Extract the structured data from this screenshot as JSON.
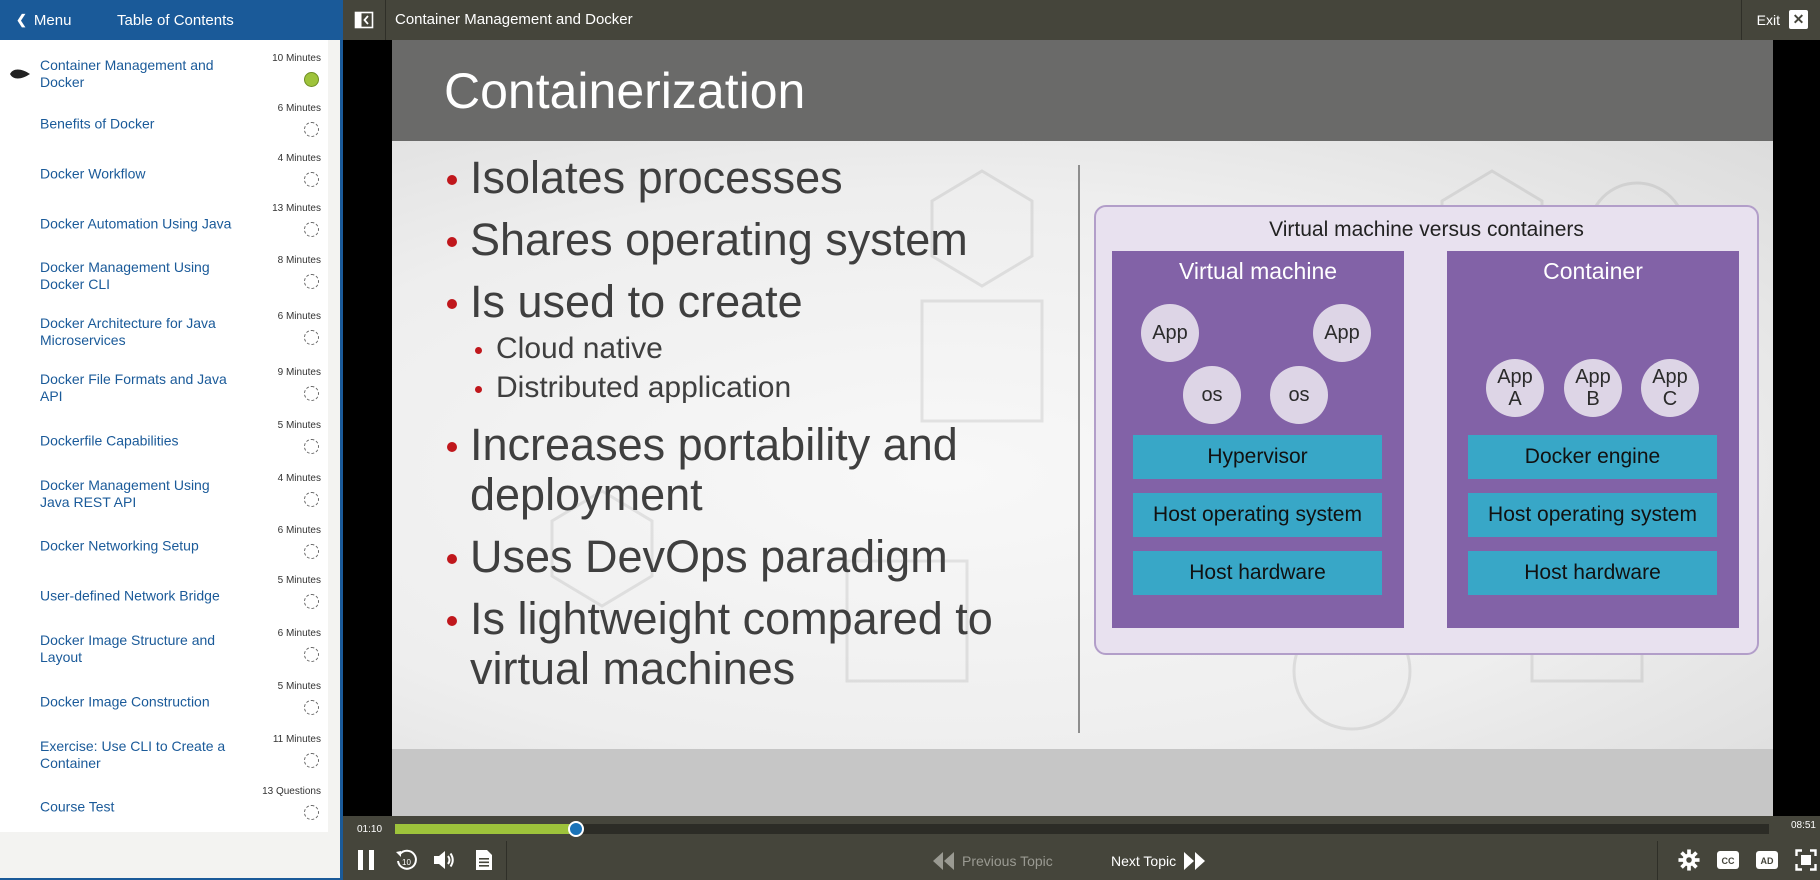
{
  "sidebar": {
    "menu_label": "Menu",
    "toc_title": "Table of Contents",
    "items": [
      {
        "title": "Container Management and Docker",
        "duration": "10 Minutes",
        "status": "current"
      },
      {
        "title": "Benefits of Docker",
        "duration": "6 Minutes",
        "status": "not-started"
      },
      {
        "title": "Docker Workflow",
        "duration": "4 Minutes",
        "status": "not-started"
      },
      {
        "title": "Docker Automation Using Java",
        "duration": "13 Minutes",
        "status": "not-started"
      },
      {
        "title": "Docker Management Using Docker CLI",
        "duration": "8 Minutes",
        "status": "not-started"
      },
      {
        "title": "Docker Architecture for Java Microservices",
        "duration": "6 Minutes",
        "status": "not-started"
      },
      {
        "title": "Docker File Formats and Java API",
        "duration": "9 Minutes",
        "status": "not-started"
      },
      {
        "title": "Dockerfile Capabilities",
        "duration": "5 Minutes",
        "status": "not-started"
      },
      {
        "title": "Docker Management Using Java REST API",
        "duration": "4 Minutes",
        "status": "not-started"
      },
      {
        "title": "Docker Networking Setup",
        "duration": "6 Minutes",
        "status": "not-started"
      },
      {
        "title": "User-defined Network Bridge",
        "duration": "5 Minutes",
        "status": "not-started"
      },
      {
        "title": "Docker Image Structure and Layout",
        "duration": "6 Minutes",
        "status": "not-started"
      },
      {
        "title": "Docker Image Construction",
        "duration": "5 Minutes",
        "status": "not-started"
      },
      {
        "title": "Exercise: Use CLI to Create a Container",
        "duration": "11 Minutes",
        "status": "not-started"
      },
      {
        "title": "Course Test",
        "duration": "13 Questions",
        "status": "not-started"
      }
    ]
  },
  "topbar": {
    "lesson_title": "Container Management and Docker",
    "exit_label": "Exit",
    "exit_icon": "close-icon"
  },
  "slide": {
    "title": "Containerization",
    "bullets": {
      "b1": "Isolates processes",
      "b2": "Shares operating system",
      "b3": "Is used to create",
      "b3_sub1": "Cloud native",
      "b3_sub2": "Distributed application",
      "b4": "Increases portability and deployment",
      "b5": "Uses DevOps paradigm",
      "b6": "Is lightweight compared to virtual machines"
    },
    "diagram": {
      "title": "Virtual machine versus containers",
      "vm": {
        "title": "Virtual machine",
        "app1": "App",
        "app2": "App",
        "os1": "os",
        "os2": "os",
        "layer1": "Hypervisor",
        "layer2": "Host operating system",
        "layer3": "Host hardware"
      },
      "container": {
        "title": "Container",
        "app_a_1": "App",
        "app_a_2": "A",
        "app_b_1": "App",
        "app_b_2": "B",
        "app_c_1": "App",
        "app_c_2": "C",
        "layer1": "Docker engine",
        "layer2": "Host operating system",
        "layer3": "Host hardware"
      }
    }
  },
  "player": {
    "current_time": "01:10",
    "total_time": "08:51",
    "progress_fraction": 0.1318,
    "previous_topic_label": "Previous Topic",
    "next_topic_label": "Next Topic",
    "rewind_seconds": "10",
    "cc_label": "CC",
    "ad_label": "AD"
  },
  "colors": {
    "sidebar_blue": "#1a5a99",
    "bar_dark": "#45453b",
    "progress_green": "#9ec33b",
    "knob_blue": "#1a73b8",
    "bullet_red": "#c0171c",
    "diagram_purple": "#8262a7",
    "layer_teal": "#38a7c7"
  }
}
